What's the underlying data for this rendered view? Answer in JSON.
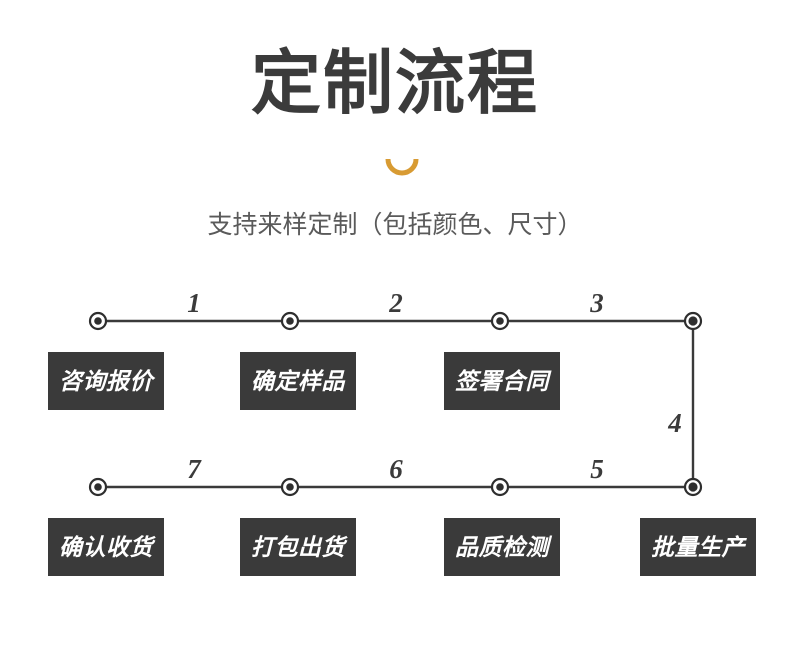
{
  "header": {
    "title": "定制流程",
    "subtitle": "支持来样定制（包括颜色、尺寸）",
    "divider_icon": "arc-divider-icon"
  },
  "theme": {
    "accent": "#d89b33",
    "box_bg": "#3a3a3a",
    "text_dark": "#3b3b3b",
    "text_muted": "#5a5a5a",
    "box_text": "#ffffff",
    "line": "#3a3a3a",
    "page_bg": "#ffffff"
  },
  "flow": {
    "rows": [
      {
        "name": "top-row",
        "steps": [
          {
            "number": "1",
            "label": "咨询报价"
          },
          {
            "number": "2",
            "label": "确定样品"
          },
          {
            "number": "3",
            "label": "签署合同"
          }
        ],
        "end_node_label": ""
      },
      {
        "name": "connector",
        "number": "4"
      },
      {
        "name": "bottom-row",
        "steps": [
          {
            "number": "7",
            "label": "确认收货"
          },
          {
            "number": "6",
            "label": "打包出货"
          },
          {
            "number": "5",
            "label": "品质检测"
          },
          {
            "number": "",
            "label": "批量生产"
          }
        ]
      }
    ],
    "sequence": [
      {
        "step": "1",
        "label": "咨询报价"
      },
      {
        "step": "2",
        "label": "确定样品"
      },
      {
        "step": "3",
        "label": "签署合同"
      },
      {
        "step": "4",
        "label": "批量生产"
      },
      {
        "step": "5",
        "label": "品质检测"
      },
      {
        "step": "6",
        "label": "打包出货"
      },
      {
        "step": "7",
        "label": "确认收货"
      }
    ]
  }
}
